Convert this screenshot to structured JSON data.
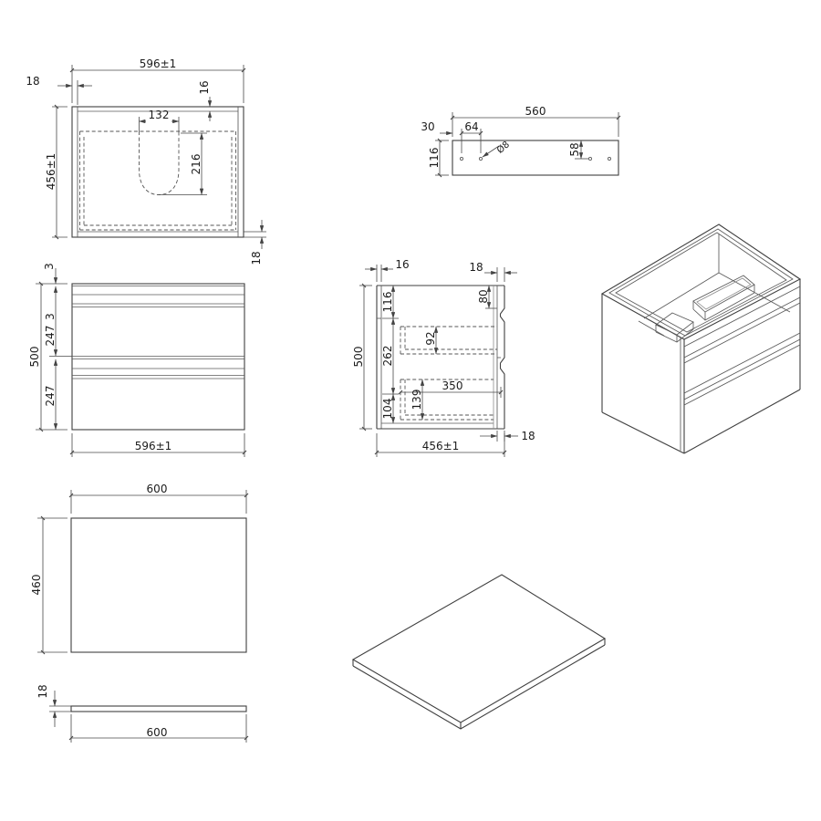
{
  "views": {
    "top": {
      "width": "596±1",
      "side_thickness": "18",
      "top_inset": "16",
      "cutout_width": "132",
      "cutout_depth": "216",
      "depth": "456±1",
      "back_gap": "18"
    },
    "rail": {
      "length": "560",
      "edge_to_hole": "30",
      "hole_spacing": "64",
      "height": "116",
      "hole_drop": "58",
      "hole_note": "Ø8"
    },
    "front": {
      "height": "500",
      "top_gap": "3",
      "upper_drawer": "247",
      "mid_gap": "3",
      "lower_drawer": "247",
      "width": "596±1"
    },
    "side": {
      "back_thickness": "16",
      "front_thickness": "18",
      "height": "500",
      "top_section": "116",
      "mid_section": "262",
      "bottom_section": "104",
      "front_rail": "80",
      "upper_box": "92",
      "lower_box": "139",
      "box_depth": "350",
      "depth": "456±1",
      "bottom_thickness": "18"
    },
    "worktop_plan": {
      "width": "600",
      "depth": "460"
    },
    "worktop_side": {
      "thickness": "18",
      "width": "600"
    }
  }
}
